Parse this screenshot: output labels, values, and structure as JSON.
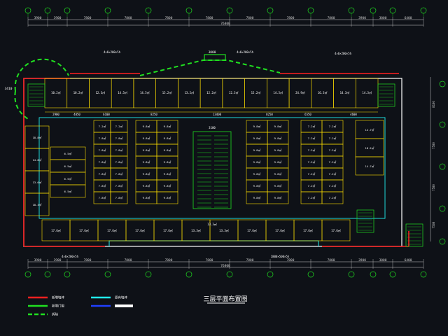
{
  "title": "三层平面布置图",
  "total_dim": "76800",
  "top_dims": [
    "3900",
    "3900",
    "7800",
    "7800",
    "7800",
    "7800",
    "7800",
    "7800",
    "7800",
    "3900",
    "3000",
    "6400"
  ],
  "bottom_dims": [
    "3900",
    "3900",
    "7800",
    "7800",
    "7800",
    "7800",
    "7800",
    "7800",
    "7800",
    "3900",
    "3000",
    "6400"
  ],
  "right_dims": [
    "8100",
    "7500",
    "7500",
    "7500"
  ],
  "mid_dims": [
    "2900",
    "4050",
    "6100",
    "8250",
    "13400",
    "8250",
    "6550",
    "4600"
  ],
  "left_note": "3410",
  "top_label": "3000",
  "top_notes": [
    "4×6×200×5h",
    "4×6×200×5h",
    "4×6×200×5h"
  ],
  "bottom_notes": [
    "4×6×200×5h",
    "1800×500×5h"
  ],
  "row1_areas": [
    "10.2㎡",
    "10.2㎡",
    "12.3㎡",
    "14.5㎡",
    "14.5㎡",
    "15.2㎡",
    "13.2㎡",
    "12.2㎡",
    "12.3㎡",
    "15.2㎡",
    "14.5㎡",
    "24.9㎡",
    "16.3㎡",
    "14.3㎡",
    "14.3㎡"
  ],
  "bottom_areas": [
    "17.6㎡",
    "17.6㎡",
    "17.6㎡",
    "17.6㎡",
    "17.6㎡",
    "13.3㎡",
    "13.3㎡",
    "17.6㎡",
    "17.6㎡",
    "17.6㎡",
    "17.6㎡"
  ],
  "bottom_center_label": "13.3㎡",
  "col_a": [
    "7.2㎡",
    "7.8㎡",
    "7.8㎡",
    "7.8㎡",
    "7.8㎡",
    "7.8㎡",
    "7.8㎡"
  ],
  "col_b": [
    "7.2㎡",
    "7.8㎡",
    "7.8㎡",
    "7.8㎡",
    "7.8㎡",
    "7.8㎡",
    "7.8㎡"
  ],
  "col_c": [
    "9.8㎡",
    "9.8㎡",
    "9.8㎡",
    "9.8㎡",
    "9.8㎡",
    "9.8㎡",
    "9.8㎡"
  ],
  "col_d": [
    "9.8㎡",
    "9.8㎡",
    "9.8㎡",
    "9.8㎡",
    "9.8㎡",
    "9.8㎡",
    "9.8㎡"
  ],
  "col_e": [
    "9.8㎡",
    "9.8㎡",
    "9.8㎡",
    "9.8㎡",
    "9.8㎡",
    "9.8㎡",
    "9.8㎡"
  ],
  "col_f": [
    "9.8㎡",
    "9.8㎡",
    "9.8㎡",
    "9.8㎡",
    "9.8㎡",
    "9.8㎡",
    "9.8㎡"
  ],
  "col_g": [
    "7.2㎡",
    "7.2㎡",
    "7.2㎡",
    "7.2㎡",
    "7.2㎡",
    "7.2㎡",
    "7.2㎡"
  ],
  "col_h": [
    "7.2㎡",
    "7.2㎡",
    "7.2㎡",
    "7.2㎡",
    "7.2㎡",
    "7.2㎡",
    "7.2㎡"
  ],
  "left_areas": [
    "18.8㎡",
    "14.8㎡",
    "13.0㎡",
    "18.3㎡"
  ],
  "left_side": [
    "6.5㎡",
    "6.5㎡",
    "6.5㎡",
    "6.5㎡"
  ],
  "right_areas": [
    "14.7㎡",
    "18.2㎡",
    "14.7㎡"
  ],
  "stair_label": "3100",
  "legend": [
    {
      "label": "新增墙体",
      "color": "#ff2020",
      "style": "solid"
    },
    {
      "label": "新增门窗",
      "color": "#20e020",
      "style": "solid"
    },
    {
      "label": "拆除",
      "color": "#20e020",
      "style": "dashed"
    },
    {
      "label": "原有墙体",
      "color": "#20f0f0",
      "style": "solid"
    },
    {
      "label": "",
      "color": "#2040ff",
      "style": "solid"
    }
  ],
  "colors": {
    "bg": "#0e1117",
    "wall": "#ffffff",
    "partition": "#ffe000",
    "red": "#ff2020",
    "green": "#20e020",
    "cyan": "#20f0f0",
    "axis": "#20e020",
    "dim": "#d0d0d0"
  }
}
